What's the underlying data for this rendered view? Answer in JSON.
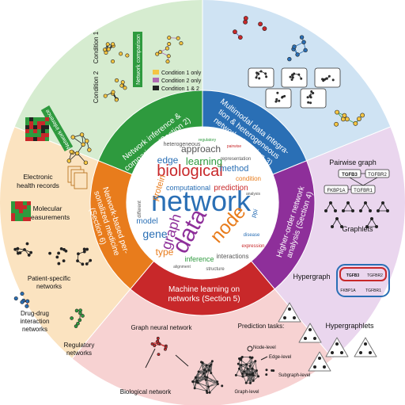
{
  "colors": {
    "ring_green": "#2e9a3e",
    "ring_blue": "#2a6fb5",
    "ring_purple": "#8e2f9a",
    "ring_red": "#c8282a",
    "ring_orange": "#e87c1c",
    "outer_green": "#d6ecd0",
    "outer_blue": "#cfe3f3",
    "outer_purple": "#ead6ee",
    "outer_red": "#f7d2d2",
    "outer_orange": "#fbe3c0"
  },
  "sections": {
    "s2": "Network inference & comparison (Section 2)",
    "s3": "Multimodal data integration & heterogeneous networks (Section 3)",
    "s4": "Higher-order network analysis (Section 4)",
    "s5": "Machine learning on networks (Section 5)",
    "s6": "Network-based personalized medicine (Section 6)"
  },
  "s2_ring_lines": [
    "Network inference &",
    "comparison (Section 2)"
  ],
  "s3_ring_lines": [
    "Multimodal data integra-",
    "tion & heterogeneous",
    "networks (Section 3)"
  ],
  "s4_ring_lines": [
    "Higher-order network",
    "analysis (Section 4)"
  ],
  "s5_ring_lines": [
    "Machine learning on",
    "networks (Section 5)"
  ],
  "s6_ring_lines": [
    "Network-based per-",
    "sonalized medicine",
    "(Section 6)"
  ],
  "top_left": {
    "condition1": "Condition 1",
    "condition2": "Condition 2",
    "network_comparison": "Network comparison",
    "network_inference": "Network inference",
    "legend": [
      "Condition 1 only",
      "Condition 2 only",
      "Condition 1 & 2"
    ],
    "legend_colors": [
      "#f4c542",
      "#b06ab3",
      "#222222"
    ]
  },
  "right": {
    "pairwise_graph": "Pairwise graph",
    "graphlets": "Graphlets",
    "hypergraph": "Hypergraph",
    "hypergraphlets": "Hypergraphlets",
    "genes": [
      "TGFB3",
      "TGFBR2",
      "FKBP1A",
      "TGFBR1"
    ]
  },
  "bottom": {
    "gnn": "Graph neural network",
    "prediction_tasks": "Prediction tasks:",
    "node_level": "Node-level",
    "edge_level": "Edge-level",
    "subgraph_level": "Subgraph-level",
    "graph_level": "Graph-level",
    "biological_network": "Biological network"
  },
  "left": {
    "ehr": "Electronic health records",
    "molecular": "Molecular measurements",
    "patient_specific": "Patient-specific networks",
    "drug_drug": "Drug-drug interaction networks",
    "regulatory": "Regulatory networks"
  },
  "word_cloud": [
    {
      "t": "network",
      "c": "#2a6fb5",
      "s": 36
    },
    {
      "t": "data",
      "c": "#8e2f9a",
      "s": 30
    },
    {
      "t": "node",
      "c": "#e87c1c",
      "s": 24
    },
    {
      "t": "biological",
      "c": "#c8282a",
      "s": 20
    },
    {
      "t": "graph",
      "c": "#8e2f9a",
      "s": 18
    },
    {
      "t": "gene",
      "c": "#2a6fb5",
      "s": 14
    },
    {
      "t": "learning",
      "c": "#2e9a3e",
      "s": 13
    },
    {
      "t": "approach",
      "c": "#555555",
      "s": 12
    },
    {
      "t": "edge",
      "c": "#2a6fb5",
      "s": 12
    },
    {
      "t": "method",
      "c": "#2a6fb5",
      "s": 11
    },
    {
      "t": "protein",
      "c": "#e87c1c",
      "s": 11
    },
    {
      "t": "type",
      "c": "#e87c1c",
      "s": 12
    },
    {
      "t": "model",
      "c": "#2a6fb5",
      "s": 10
    },
    {
      "t": "prediction",
      "c": "#c8282a",
      "s": 10
    },
    {
      "t": "computational",
      "c": "#2a6fb5",
      "s": 9
    },
    {
      "t": "inference",
      "c": "#2e9a3e",
      "s": 9
    },
    {
      "t": "interactions",
      "c": "#555555",
      "s": 8
    },
    {
      "t": "condition",
      "c": "#e87c1c",
      "s": 8
    },
    {
      "t": "heterogeneous",
      "c": "#555555",
      "s": 7
    },
    {
      "t": "representation",
      "c": "#555555",
      "s": 6
    },
    {
      "t": "disease",
      "c": "#2a6fb5",
      "s": 6
    },
    {
      "t": "expression",
      "c": "#c8282a",
      "s": 6
    },
    {
      "t": "different",
      "c": "#555555",
      "s": 6
    },
    {
      "t": "structure",
      "c": "#555555",
      "s": 6
    },
    {
      "t": "alignment",
      "c": "#555555",
      "s": 5
    },
    {
      "t": "pairwise",
      "c": "#c8282a",
      "s": 5
    },
    {
      "t": "regulatory",
      "c": "#2e9a3e",
      "s": 5
    },
    {
      "t": "analysis",
      "c": "#555555",
      "s": 5
    },
    {
      "t": "ppi",
      "c": "#2a6fb5",
      "s": 8
    }
  ]
}
